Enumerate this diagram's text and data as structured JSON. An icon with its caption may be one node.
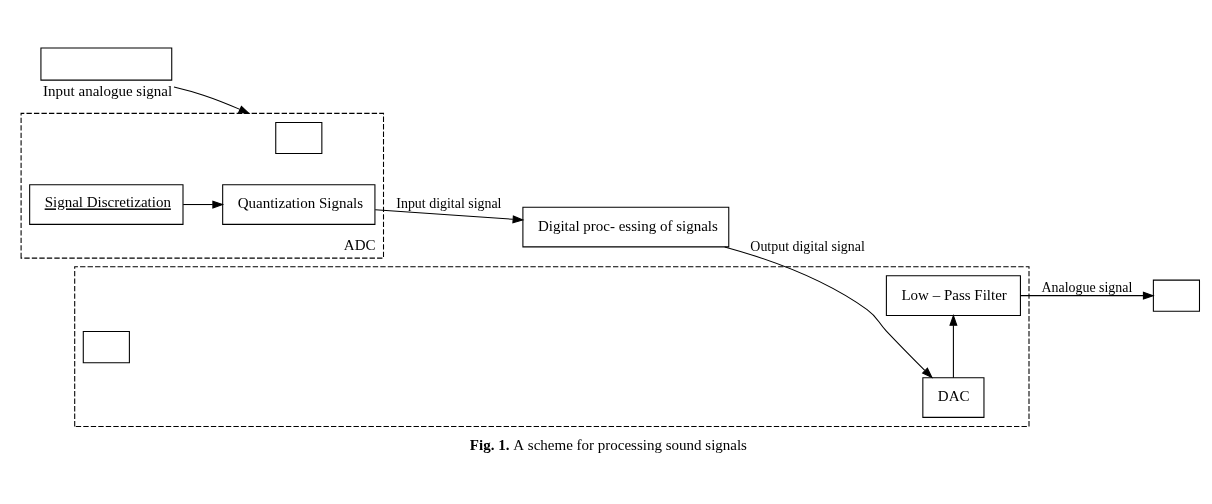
{
  "diagram": {
    "caption": "**Fig. 1.** A scheme for processing sound signals",
    "nodes": [
      {
        "text": [],
        "shape": "box",
        "beside": [
          "Input analogue signal"
        ]
      },
      {
        "text": [
          "ADC"
        ]
      },
      {
        "text": [],
        "shape": "box",
        "in": 1
      },
      {
        "text": [
          "Signal Discretization"
        ],
        "in": 1
      },
      {
        "text": [
          "Quantization Signals"
        ],
        "in": 1
      },
      {
        "text": [
          "Digital proc- essing of signals"
        ]
      },
      {
        "text": [],
        "shape": "box"
      },
      {
        "text": [
          "DAC"
        ],
        "in": 6
      },
      {
        "text": [],
        "shape": "box",
        "in": 6
      },
      {
        "text": [
          "Low – Pass Filter"
        ],
        "in": 6
      },
      {
        "text": [],
        "shape": "box"
      }
    ],
    "edges": [
      {
        "from": 0,
        "to": 1,
        "arrow": "to"
      },
      {
        "from": 3,
        "to": 4,
        "arrow": "to"
      },
      {
        "from": 4,
        "to": 5,
        "arrow": "to",
        "label": "Input digital signal"
      },
      {
        "from": 5,
        "to": 7,
        "arrow": "to",
        "label": "Output digital signal"
      },
      {
        "from": 7,
        "to": 9,
        "arrow": "to"
      },
      {
        "from": 9,
        "to": 10,
        "arrow": "to",
        "label": "Analogue signal"
      }
    ]
  }
}
